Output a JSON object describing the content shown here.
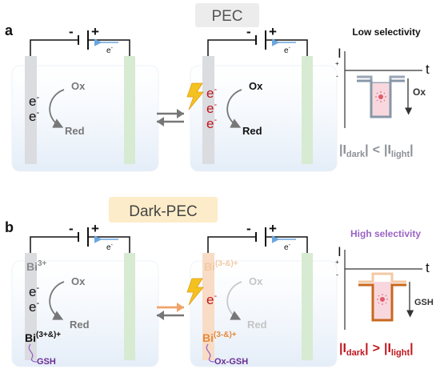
{
  "panel_a": {
    "label": "a",
    "banner": "PEC",
    "electron": "e",
    "electron_sup": "-",
    "battery_minus": "-",
    "battery_plus": "+",
    "cell1": {
      "e1": "e",
      "e2": "e",
      "ox": "Ox",
      "red": "Red"
    },
    "cell2": {
      "e1": "e",
      "e2": "e",
      "e3": "e",
      "ox": "Ox",
      "red": "Red"
    },
    "graph": {
      "title": "Low selectivity",
      "y_axis": "I",
      "x_axis": "t",
      "plus": "+",
      "minus": "-",
      "annotation": "Ox",
      "formula": {
        "bar1": "|I",
        "sub1": "dark",
        "bar2": "|",
        "op": "<",
        "bar3": "|I",
        "sub2": "light",
        "bar4": "|"
      }
    }
  },
  "panel_b": {
    "label": "b",
    "banner": "Dark-PEC",
    "electron": "e",
    "electron_sup": "-",
    "battery_minus": "-",
    "battery_plus": "+",
    "cell1": {
      "bi_top": "Bi",
      "bi_top_sup": "3+",
      "e1": "e",
      "e2": "e",
      "ox": "Ox",
      "red": "Red",
      "bi_bottom": "Bi",
      "bi_bottom_sup": "(3+&)+",
      "gsh": "GSH"
    },
    "cell2": {
      "bi_top": "Bi",
      "bi_top_sup": "(3-&)+",
      "e1": "e",
      "ox": "Ox",
      "red": "Red",
      "bi_bottom": "Bi",
      "bi_bottom_sup": "(3-&)+",
      "oxgsh": "Ox-GSH"
    },
    "graph": {
      "title": "High selectivity",
      "y_axis": "I",
      "x_axis": "t",
      "plus": "+",
      "minus": "-",
      "annotation": "GSH",
      "formula": {
        "bar1": "|I",
        "sub1": "dark",
        "bar2": "|",
        "op": ">",
        "bar3": "|I",
        "sub2": "light",
        "bar4": "|"
      }
    }
  },
  "colors": {
    "electrolyte": "#eaf1fa",
    "left_electrode": "#dadce0",
    "right_electrode": "#d7ead2",
    "red_electron": "#c0161e",
    "orange": "#e58a3c",
    "peach": "#f3c9a3",
    "purple": "#6a2c91",
    "lilac": "#9a63c4",
    "banner_a": "#ececec",
    "banner_b": "#fdecc9",
    "arrow_blue": "#6aa6dd",
    "lightning": "#f4c21f"
  }
}
